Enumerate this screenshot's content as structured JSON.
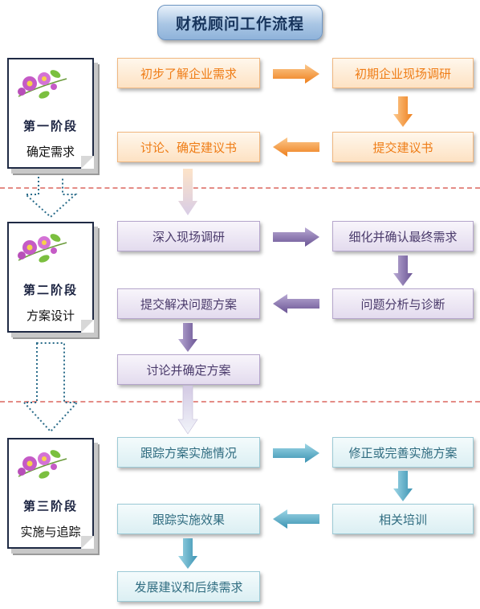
{
  "title": "财税顾问工作流程",
  "stages": [
    {
      "phase": "第一阶段",
      "desc": "确定需求"
    },
    {
      "phase": "第二阶段",
      "desc": "方案设计"
    },
    {
      "phase": "第三阶段",
      "desc": "实施与追踪"
    }
  ],
  "steps": {
    "s1": "初步了解企业需求",
    "s2": "初期企业现场调研",
    "s3": "提交建议书",
    "s4": "讨论、确定建议书",
    "s5": "深入现场调研",
    "s6": "细化并确认最终需求",
    "s7": "问题分析与诊断",
    "s8": "提交解决问题方案",
    "s9": "讨论并确定方案",
    "s10": "跟踪方案实施情况",
    "s11": "修正或完善实施方案",
    "s12": "相关培训",
    "s13": "跟踪实施效果",
    "s14": "发展建议和后续需求"
  },
  "colors": {
    "stage1": "#f39a3d",
    "stage2": "#7e6aa6",
    "stage3": "#4aa3c0",
    "divider": "#e48c86"
  }
}
